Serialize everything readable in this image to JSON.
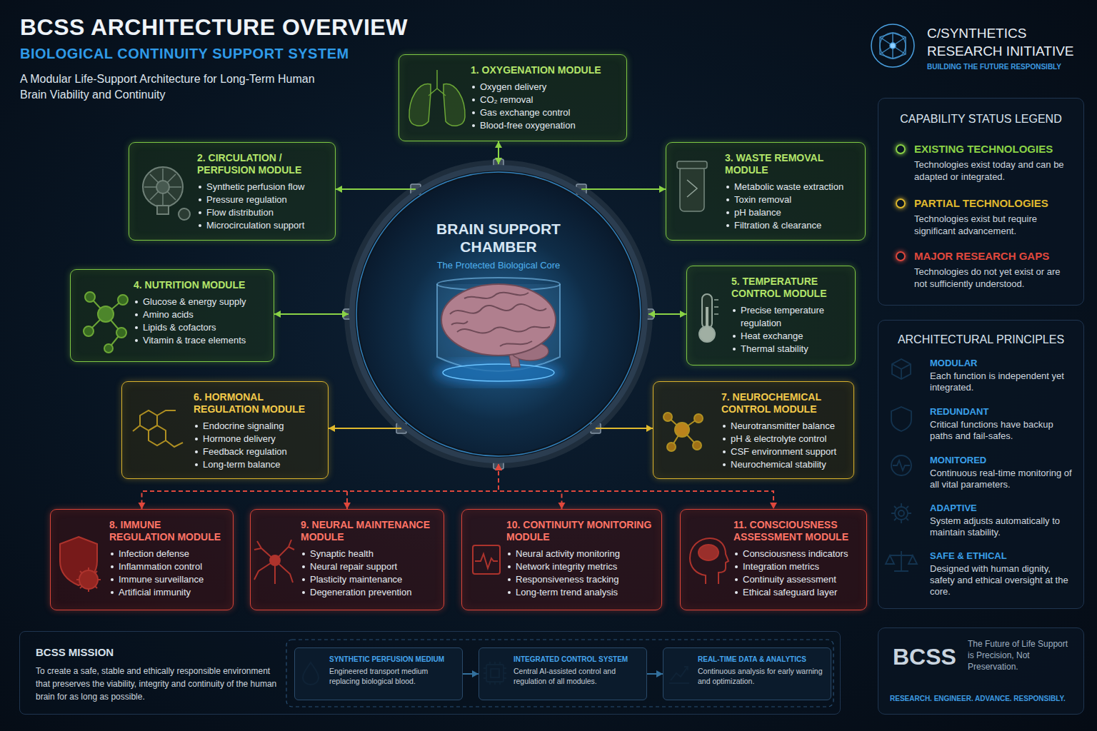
{
  "diagram": {
    "title": "BCSS ARCHITECTURE OVERVIEW",
    "nodes": [
      {
        "text": [
          "1. OXYGENATION MODULE",
          "Oxygen delivery",
          "CO₂ removal",
          "Gas exchange control",
          "Blood-free oxygenation"
        ]
      },
      {
        "text": [
          "2. CIRCULATION / PERFUSION MODULE",
          "Synthetic perfusion flow",
          "Pressure regulation",
          "Flow distribution",
          "Microcirculation support"
        ]
      },
      {
        "text": [
          "3. WASTE REMOVAL MODULE",
          "Metabolic waste extraction",
          "Toxin removal",
          "pH balance",
          "Filtration & clearance"
        ]
      },
      {
        "text": [
          "BRAIN SUPPORT CHAMBER",
          "The Protected Biological Core"
        ]
      },
      {
        "text": [
          "4. NUTRITION MODULE",
          "Glucose & energy supply",
          "Amino acids",
          "Lipids & cofactors",
          "Vitamin & trace elements"
        ]
      },
      {
        "text": [
          "5. TEMPERATURE CONTROL MODULE",
          "Precise temperature regulation",
          "Heat exchange",
          "Thermal stability"
        ]
      },
      {
        "text": [
          "6. HORMONAL REGULATION MODULE",
          "Endocrine signaling",
          "Hormone delivery",
          "Feedback regulation",
          "Long-term balance"
        ]
      },
      {
        "text": [
          "7. NEUROCHEMICAL CONTROL MODULE",
          "Neurotransmitter balance",
          "pH & electrolyte control",
          "CSF environment support",
          "Neurochemical stability"
        ]
      },
      {
        "text": [
          "8. IMMUNE REGULATION MODULE",
          "Infection defense",
          "Inflammation control",
          "Immune surveillance",
          "Artificial immunity"
        ]
      },
      {
        "text": [
          "9. NEURAL MAINTENANCE MODULE",
          "Synaptic health",
          "Neural repair support",
          "Plasticity maintenance",
          "Degeneration prevention"
        ]
      },
      {
        "text": [
          "10. CONTINUITY MONITORING MODULE",
          "Neural activity monitoring",
          "Network integrity metrics",
          "Responsiveness tracking",
          "Long-term trend analysis"
        ]
      },
      {
        "text": [
          "11. CONSCIOUSNESS ASSESSMENT MODULE",
          "Consciousness indicators",
          "Integration metrics",
          "Continuity assessment",
          "Ethical safeguard layer"
        ]
      },
      {
        "text": [
          "CAPABILITY STATUS LEGEND"
        ]
      },
      {
        "text": [
          "ARCHITECTURAL PRINCIPLES",
          "MODULAR",
          "Each function is independent yet integrated.",
          "REDUNDANT",
          "Critical functions have backup paths and fail-safes.",
          "MONITORED",
          "Continuous real-time monitoring of all vital parameters.",
          "ADAPTIVE",
          "System adjusts automatically to maintain stability.",
          "SAFE & ETHICAL",
          "Designed with human dignity, safety and ethical oversight at the core."
        ]
      },
      {
        "text": [
          "BCSS MISSION",
          "To create a safe, stable and ethically responsible environment that preserves the viability, integrity and continuity of the human brain for as long as possible."
        ]
      },
      {
        "text": [
          "SYNTHETIC PERFUSION MEDIUM",
          "Engineered transport medium replacing biological blood."
        ],
        "in": 14
      },
      {
        "text": [
          "INTEGRATED CONTROL SYSTEM",
          "Central AI-assisted control and regulation of all modules."
        ],
        "in": 14
      },
      {
        "text": [
          "REAL-TIME DATA & ANALYTICS",
          "Continuous analysis for early warning and optimization."
        ],
        "in": 14
      },
      {
        "text": [
          "BCSS",
          "The Future of Life Support is Precision, Not Preservation.",
          "RESEARCH. ENGINEER. ADVANCE. RESPONSIBLY."
        ]
      }
    ],
    "edges": [
      {
        "from": 3,
        "to": 0,
        "arrow": "both"
      },
      {
        "from": 3,
        "to": 1,
        "arrow": "to"
      },
      {
        "from": 3,
        "to": 2,
        "arrow": "to"
      },
      {
        "from": 3,
        "to": 4,
        "arrow": "both"
      },
      {
        "from": 3,
        "to": 5,
        "arrow": "both"
      },
      {
        "from": 3,
        "to": 6,
        "arrow": "to"
      },
      {
        "from": 3,
        "to": 7,
        "arrow": "to"
      },
      {
        "from": 3,
        "to": 8,
        "arrow": "both"
      },
      {
        "from": 3,
        "to": 9,
        "arrow": "both"
      },
      {
        "from": 3,
        "to": 10,
        "arrow": "both"
      },
      {
        "from": 3,
        "to": 11,
        "arrow": "both"
      },
      {
        "from": 15,
        "to": 16,
        "arrow": "to"
      },
      {
        "from": 16,
        "to": 17,
        "arrow": "to"
      }
    ],
    "labels": [
      "BIOLOGICAL CONTINUITY SUPPORT SYSTEM",
      "A Modular Life-Support Architecture for Long-Term Human Brain Viability and Continuity",
      "C/SYNTHETICS RESEARCH INITIATIVE",
      "BUILDING THE FUTURE RESPONSIBLY",
      "Technologies exist today and can be adapted or integrated.",
      "Technologies exist but require significant advancement.",
      "Technologies do not yet exist or are not sufficiently understood."
    ],
    "legend": [
      {
        "text": "EXISTING TECHNOLOGIES",
        "color": "#8bd346"
      },
      {
        "text": "PARTIAL TECHNOLOGIES",
        "color": "#e0b92e"
      },
      {
        "text": "MAJOR RESEARCH GAPS",
        "color": "#e0483d"
      }
    ]
  }
}
